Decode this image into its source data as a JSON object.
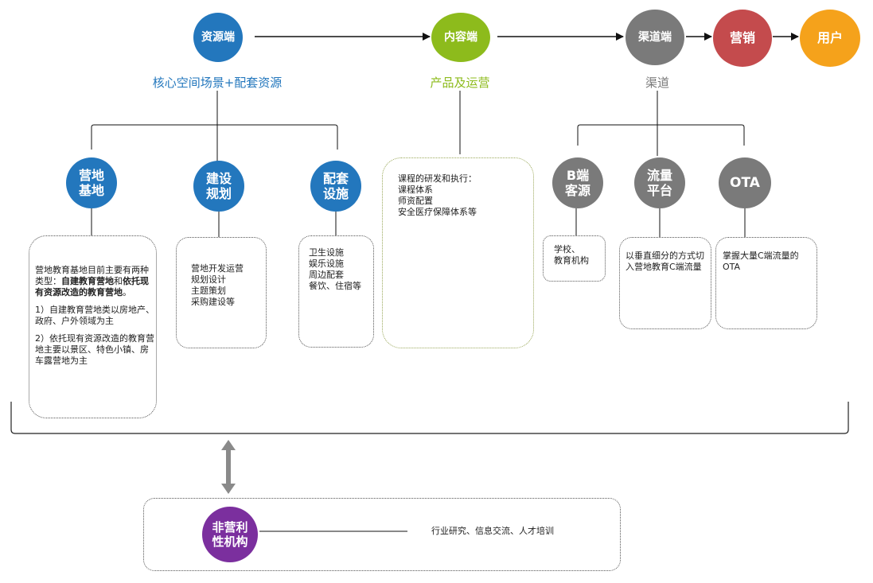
{
  "nodes": {
    "resource": {
      "text": "资源端",
      "color": "#2377bd"
    },
    "content": {
      "text": "内容端",
      "color": "#8dbb1c"
    },
    "channel": {
      "text": "渠道端",
      "color": "#7a7a7a"
    },
    "marketing": {
      "text": "营销",
      "color": "#c44b4d"
    },
    "user": {
      "text": "用户",
      "color": "#f5a21b"
    },
    "campsite": {
      "text": "营地\n基地",
      "color": "#2377bd"
    },
    "planning": {
      "text": "建设\n规划",
      "color": "#2377bd"
    },
    "facilities": {
      "text": "配套\n设施",
      "color": "#2377bd"
    },
    "b_client": {
      "text": "B端\n客源",
      "color": "#7a7a7a"
    },
    "traffic": {
      "text": "流量\n平台",
      "color": "#7a7a7a"
    },
    "ota": {
      "text": "OTA",
      "color": "#7a7a7a"
    },
    "nonprofit": {
      "text": "非营利\n性机构",
      "color": "#7b2f9e"
    }
  },
  "labels": {
    "resource_sub": {
      "text": "核心空间场景+配套资源",
      "color": "#2377bd"
    },
    "content_sub": {
      "text": "产品及运营",
      "color": "#8dbb1c"
    },
    "channel_sub": {
      "text": "渠道",
      "color": "#7a7a7a"
    }
  },
  "boxes": {
    "campsite": {
      "intro_a": "营地教育基地目前主要有两种类型：",
      "intro_b1": "自建教育营地",
      "intro_and": "和",
      "intro_b2": "依托现有资源改造的教育营地",
      "intro_end": "。",
      "item1": "1）自建教育营地类以房地产、政府、户外领域为主",
      "item2": "2）依托现有资源改造的教育营地主要以景区、特色小镇、房车露营地为主"
    },
    "planning": {
      "lines": [
        "营地开发运营",
        "规划设计",
        "主题策划",
        "采购建设等"
      ]
    },
    "facilities": {
      "lines": [
        "卫生设施",
        "娱乐设施",
        "周边配套",
        "餐饮、住宿等"
      ]
    },
    "content": {
      "lines": [
        "课程的研发和执行：",
        "课程体系",
        "师资配置",
        "安全医疗保障体系等"
      ]
    },
    "b_client": {
      "lines": [
        "学校、",
        "教育机构"
      ]
    },
    "traffic": {
      "text": "以垂直细分的方式切入营地教育C端流量"
    },
    "ota": {
      "text": "掌握大量C端流量的OTA"
    },
    "nonprofit": {
      "text": "行业研究、信息交流、人才培训"
    }
  }
}
